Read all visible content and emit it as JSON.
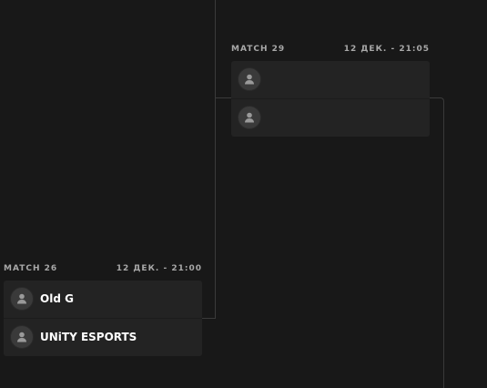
{
  "matches": [
    {
      "label": "MATCH 29",
      "datetime": "12 ДЕК. - 21:05",
      "teams": [
        {
          "name": "",
          "avatar_icon": "user-placeholder-icon"
        },
        {
          "name": "",
          "avatar_icon": "user-placeholder-icon"
        }
      ]
    },
    {
      "label": "MATCH 26",
      "datetime": "12 ДЕК. - 21:00",
      "teams": [
        {
          "name": "Old G",
          "avatar_icon": "user-placeholder-icon"
        },
        {
          "name": "UNiTY ESPORTS",
          "avatar_icon": "user-placeholder-icon"
        }
      ]
    }
  ],
  "colors": {
    "background": "#181818",
    "card": "#232323",
    "connector": "#3a3a3a",
    "header_text": "#a8a8a8",
    "team_text": "#ffffff"
  }
}
